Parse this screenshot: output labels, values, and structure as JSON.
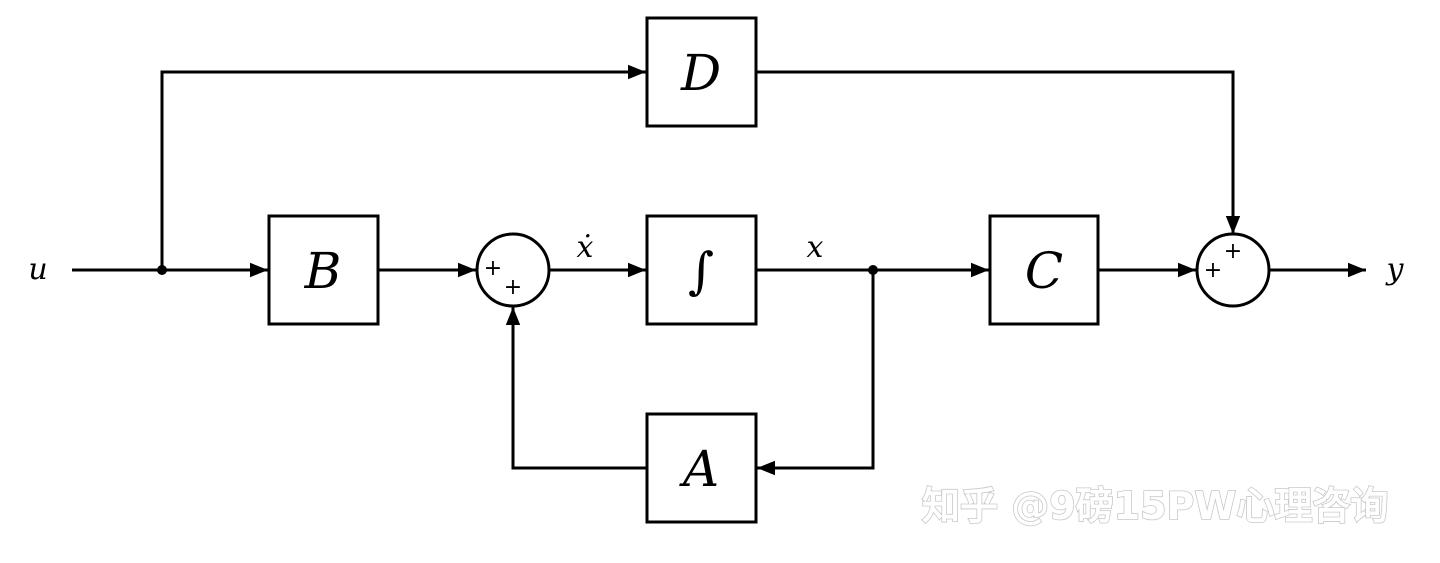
{
  "blocks": {
    "d": "D",
    "b": "B",
    "integrator": "∫",
    "c": "C",
    "a": "A"
  },
  "signals": {
    "input": "u",
    "state_derivative": "ẋ",
    "state": "x",
    "output": "y"
  },
  "summing_junctions": {
    "state_sum": {
      "sign_left": "+",
      "sign_bottom": "+"
    },
    "output_sum": {
      "sign_left": "+",
      "sign_top": "+"
    }
  },
  "watermark": "知乎 @9磅15PW心理咨询"
}
